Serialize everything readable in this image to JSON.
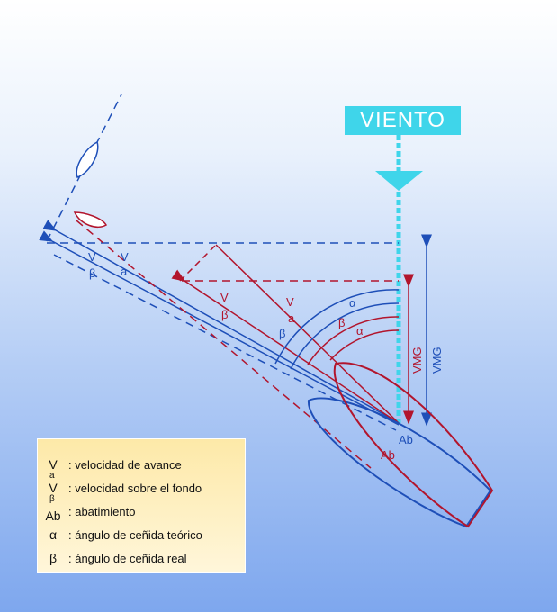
{
  "wind_label": "VIENTO",
  "labels": {
    "vmg_red": "VMG",
    "vmg_blue": "VMG",
    "v": "V",
    "a": "a",
    "beta": "β",
    "alpha": "α",
    "ab": "Ab"
  },
  "legend": [
    {
      "symbol": "V",
      "text": ": velocidad de avance"
    },
    {
      "symbol": "V",
      "sub": "a",
      "text": ": velocidad sobre el fondo"
    },
    {
      "symbol": "Ab",
      "sub": "β",
      "text": ": abatimiento"
    },
    {
      "symbol": "α",
      "text": ": ángulo de ceñida teórico"
    },
    {
      "symbol": "β",
      "text": ": ángulo de ceñida real"
    }
  ],
  "colors": {
    "blue": "#1e4fb8",
    "red": "#b2152d",
    "cyan": "#3fd5ea"
  }
}
